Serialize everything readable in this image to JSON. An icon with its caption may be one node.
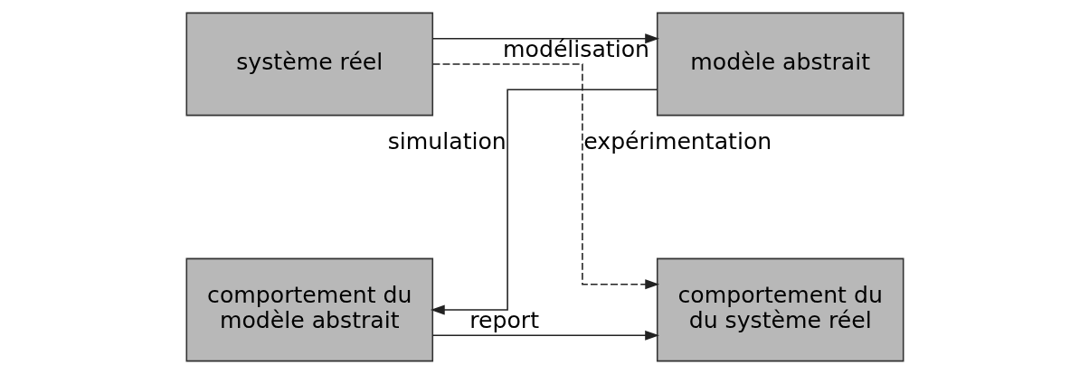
{
  "diagram": {
    "nodes": [
      {
        "text": [
          "système réel"
        ]
      },
      {
        "text": [
          "modèle abstrait"
        ]
      },
      {
        "text": [
          "comportement du du système réel"
        ]
      },
      {
        "text": [
          "comportement du modèle abstrait"
        ]
      }
    ],
    "edges": [
      {
        "from": 0,
        "to": 1,
        "arrow": "to",
        "label": "modélisation"
      },
      {
        "from": 0,
        "to": 2,
        "arrow": "to",
        "label": "expérimentation",
        "style": "dashed"
      },
      {
        "from": 1,
        "to": 3,
        "arrow": "to",
        "label": "simulation"
      },
      {
        "from": 3,
        "to": 2,
        "arrow": "to",
        "label": "report"
      }
    ]
  }
}
